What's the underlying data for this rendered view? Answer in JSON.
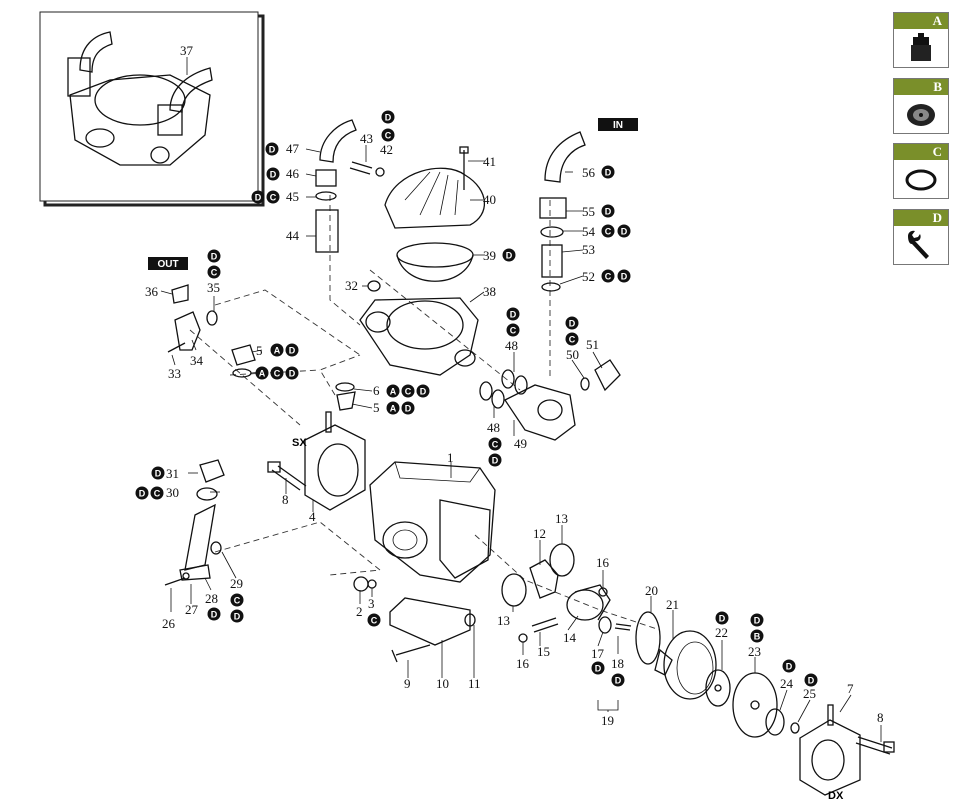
{
  "kit_panel": [
    {
      "letter": "A",
      "icon": "valve-icon"
    },
    {
      "letter": "B",
      "icon": "diaphragm-icon"
    },
    {
      "letter": "C",
      "icon": "o-ring-icon"
    },
    {
      "letter": "D",
      "icon": "wrench-icon"
    }
  ],
  "tags": {
    "in": "IN",
    "out": "OUT",
    "sx": "SX",
    "dx": "DX"
  },
  "parts": [
    "1",
    "2",
    "3",
    "4",
    "5",
    "6",
    "7",
    "8",
    "9",
    "10",
    "11",
    "12",
    "13",
    "14",
    "15",
    "16",
    "17",
    "18",
    "19",
    "20",
    "21",
    "22",
    "23",
    "24",
    "25",
    "26",
    "27",
    "28",
    "29",
    "30",
    "31",
    "32",
    "33",
    "34",
    "35",
    "36",
    "37",
    "38",
    "39",
    "40",
    "41",
    "42",
    "43",
    "44",
    "45",
    "46",
    "47",
    "48",
    "49",
    "50",
    "51",
    "52",
    "53",
    "54",
    "55",
    "56"
  ],
  "kit_marks": {
    "A": "A",
    "B": "B",
    "C": "C",
    "D": "D"
  },
  "colors": {
    "kit_header": "#7a8f2a",
    "line": "#111111",
    "badge": "#111111"
  }
}
